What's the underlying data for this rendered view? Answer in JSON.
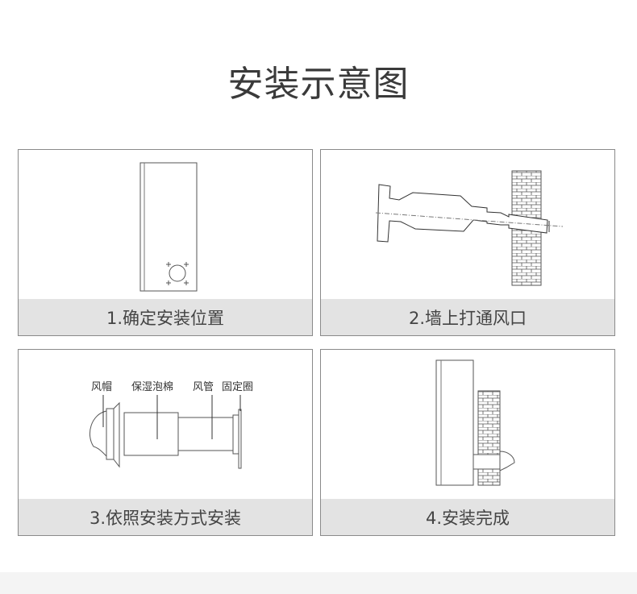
{
  "title": "安装示意图",
  "steps": [
    {
      "caption": "1.确定安装位置"
    },
    {
      "caption": "2.墙上打通风口"
    },
    {
      "caption": "3.依照安装方式安装",
      "labels": [
        "风帽",
        "保湿泡棉",
        "风管",
        "固定圈"
      ]
    },
    {
      "caption": "4.安装完成"
    }
  ]
}
